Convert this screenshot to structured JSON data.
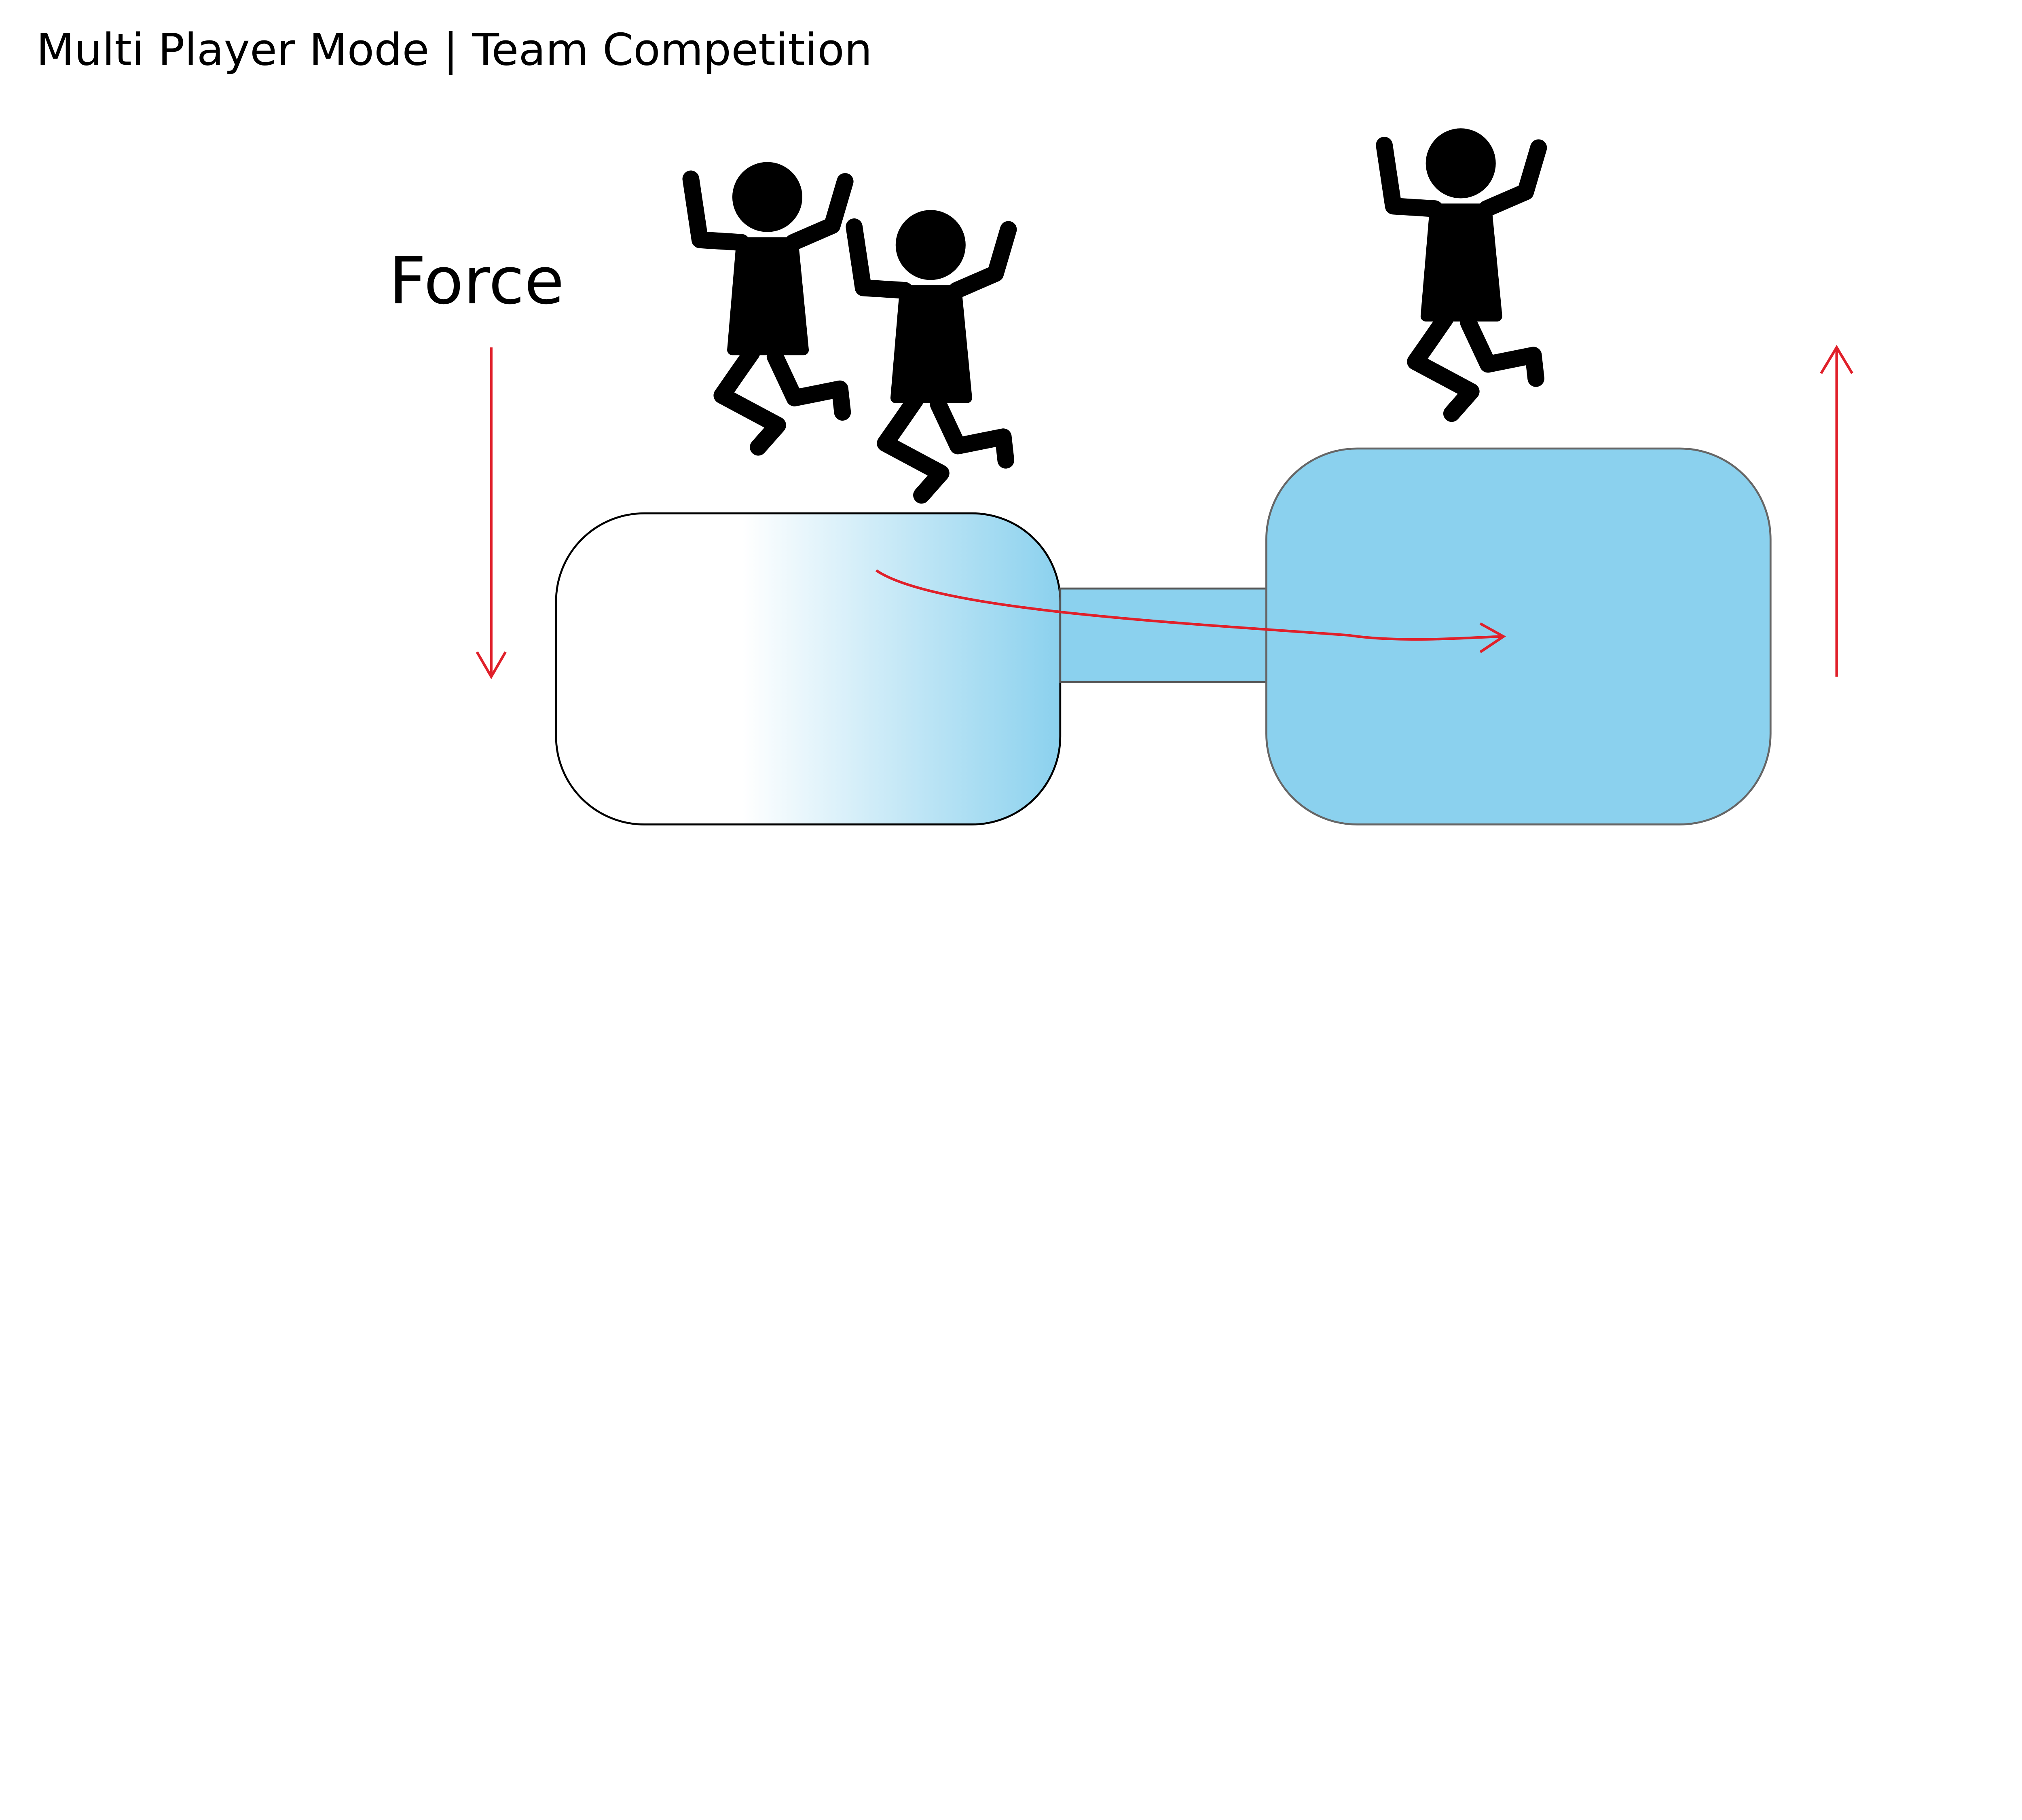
{
  "title": "Multi Player Mode | Team Competition",
  "force_label": "Force",
  "colors": {
    "water": "#8bd1ee",
    "arrow": "#e0202a",
    "figure": "#000000"
  },
  "players": [
    {
      "name": "player-1",
      "tank": "left"
    },
    {
      "name": "player-2",
      "tank": "left"
    },
    {
      "name": "player-3",
      "tank": "right"
    }
  ]
}
